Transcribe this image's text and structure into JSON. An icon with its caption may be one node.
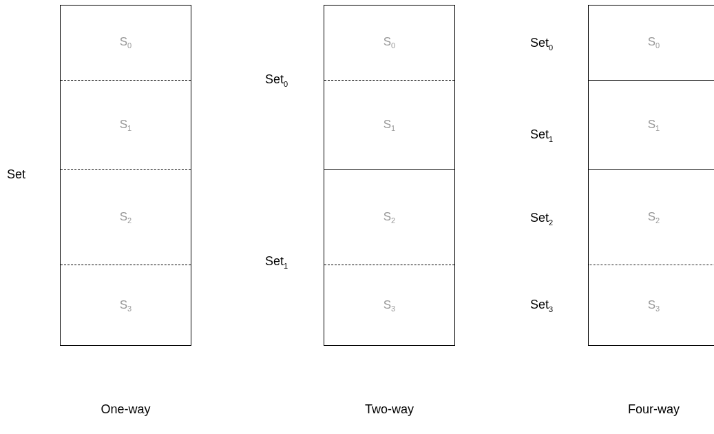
{
  "diagram": {
    "nodes": [
      {
        "text": [
          "One-way"
        ]
      },
      {
        "text": [
          "S$_{0}$"
        ],
        "in": 0
      },
      {
        "text": [
          "S$_{1}$"
        ],
        "in": 0
      },
      {
        "text": [
          "S$_{2}$"
        ],
        "in": 0
      },
      {
        "text": [
          "S$_{3}$"
        ],
        "in": 0
      },
      {
        "text": [
          "Two-way"
        ]
      },
      {
        "text": [
          "S$_{0}$"
        ],
        "in": 5
      },
      {
        "text": [
          "S$_{1}$"
        ],
        "in": 5
      },
      {
        "text": [
          "S$_{2}$"
        ],
        "in": 5
      },
      {
        "text": [
          "S$_{3}$"
        ],
        "in": 5
      },
      {
        "text": [
          "Four-way"
        ]
      },
      {
        "text": [
          "S$_{0}$"
        ],
        "in": 10
      },
      {
        "text": [
          "S$_{1}$"
        ],
        "in": 10
      },
      {
        "text": [
          "S$_{2}$"
        ],
        "in": 10
      },
      {
        "text": [
          "S$_{3}$"
        ],
        "in": 10
      }
    ],
    "edges": [],
    "labels": [
      "Set",
      "Set$_{0}$",
      "Set$_{1}$",
      "Set$_{0}$",
      "Set$_{1}$",
      "Set$_{2}$",
      "Set$_{3}$"
    ]
  }
}
